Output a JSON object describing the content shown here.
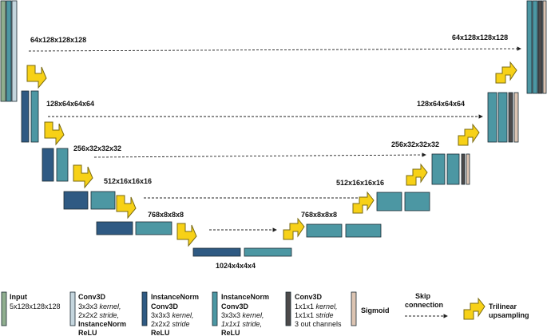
{
  "colors": {
    "input": "#8fae8e",
    "conv_stride": "#c5d6de",
    "in_stride": "#2f5a83",
    "in_conv": "#4c97a3",
    "out_conv": "#4d4a4a",
    "sigmoid": "#dcc4b2",
    "arrow_fill": "#f7d117",
    "arrow_stroke": "#7a6a10",
    "block_border": "#1b2a33"
  },
  "dims": {
    "level1": "64x128x128x128",
    "level2": "128x64x64x64",
    "level3": "256x32x32x32",
    "level4": "512x16x16x16",
    "level5": "768x8x8x8",
    "bottom": "1024x4x4x4"
  },
  "legend": {
    "input": {
      "title": "Input",
      "line1": "5x128x128x128"
    },
    "conv_stride": {
      "title": "Conv3D",
      "line1_a": "3x3x3 ",
      "line1_b": "kernel,",
      "line2_a": "2x2x2 ",
      "line2_b": "stride,",
      "line3": "InstanceNorm",
      "line4": "ReLU"
    },
    "in_stride": {
      "title": "InstanceNorm",
      "line1": "Conv3D",
      "line2_a": "3x3x3 ",
      "line2_b": "kernel,",
      "line3_a": "2x2x2 ",
      "line3_b": "stride",
      "line4": "ReLU"
    },
    "in_conv": {
      "title": "InstanceNorm",
      "line1": "Conv3D",
      "line2_a": "3x3x3 ",
      "line2_b": "kernel,",
      "line3": "1x1x1 stride,",
      "line4": "ReLU"
    },
    "out_conv": {
      "title": "Conv3D",
      "line1_a": "1x1x1 ",
      "line1_b": "kernel,",
      "line2_a": "1x1x1 ",
      "line2_b": "stride",
      "line3": "3 out channels"
    },
    "sigmoid": {
      "title": "Sigmoid"
    },
    "skip": {
      "line1": "Skip",
      "line2": "connection"
    },
    "upsample": {
      "line1": "Trilinear",
      "line2": "upsampling"
    }
  }
}
